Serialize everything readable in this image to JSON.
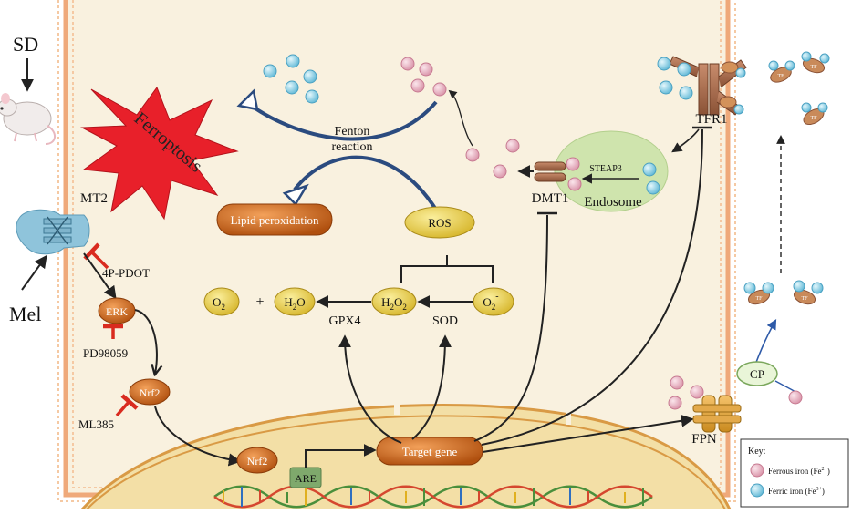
{
  "labels": {
    "sd": "SD",
    "mel": "Mel",
    "mt2": "MT2",
    "inhibitor_4p_pdot": "4P-PDOT",
    "erk": "ERK",
    "pd98059": "PD98059",
    "nrf2_cyto": "Nrf2",
    "ml385": "ML385",
    "nrf2_nuc": "Nrf2",
    "are": "ARE",
    "target_gene": "Target gene",
    "ferroptosis": "Ferroptosis",
    "fenton_line1": "Fenton",
    "fenton_line2": "reaction",
    "lipid_peroxidation": "Lipid peroxidation",
    "ros": "ROS",
    "o2": "O",
    "o2_sub": "2",
    "plus": "+",
    "h2o_h": "H",
    "h2o_sub": "2",
    "h2o_o": "O",
    "h2o2_h": "H",
    "h2o2_sub1": "2",
    "h2o2_o": "O",
    "h2o2_sub2": "2",
    "superoxide": "O",
    "superoxide_sub": "2",
    "superoxide_sup": "-",
    "gpx4": "GPX4",
    "sod": "SOD",
    "dmt1": "DMT1",
    "steap3": "STEAP3",
    "endosome": "Endosome",
    "tfr1": "TFR1",
    "tf": "TF",
    "cp": "CP",
    "fpn": "FPN"
  },
  "key": {
    "title": "Key:",
    "ferrous_main": "Ferrous iron (Fe",
    "ferrous_sup": "2+",
    "ferrous_end": ")",
    "ferric_main": "Ferric iron (Fe",
    "ferric_sup": "3+",
    "ferric_end": ")"
  },
  "colors": {
    "ferrous_iron": "#e9b7c6",
    "ferric_iron": "#8fd3ea",
    "cell_fill": "#f9f1df",
    "nucleus_fill": "#f3dfa6",
    "membrane": "#efa97a",
    "orange_node": "#c8621a",
    "yellow_node": "#e7cc3c",
    "endosome": "#cfe4ad",
    "mt2_receptor": "#8fc4db",
    "inhibitor": "#d92b1f",
    "ferroptosis_star": "#e8202a",
    "fenton_arrow": "#2b4b7f",
    "are_box": "#7fa96c"
  }
}
